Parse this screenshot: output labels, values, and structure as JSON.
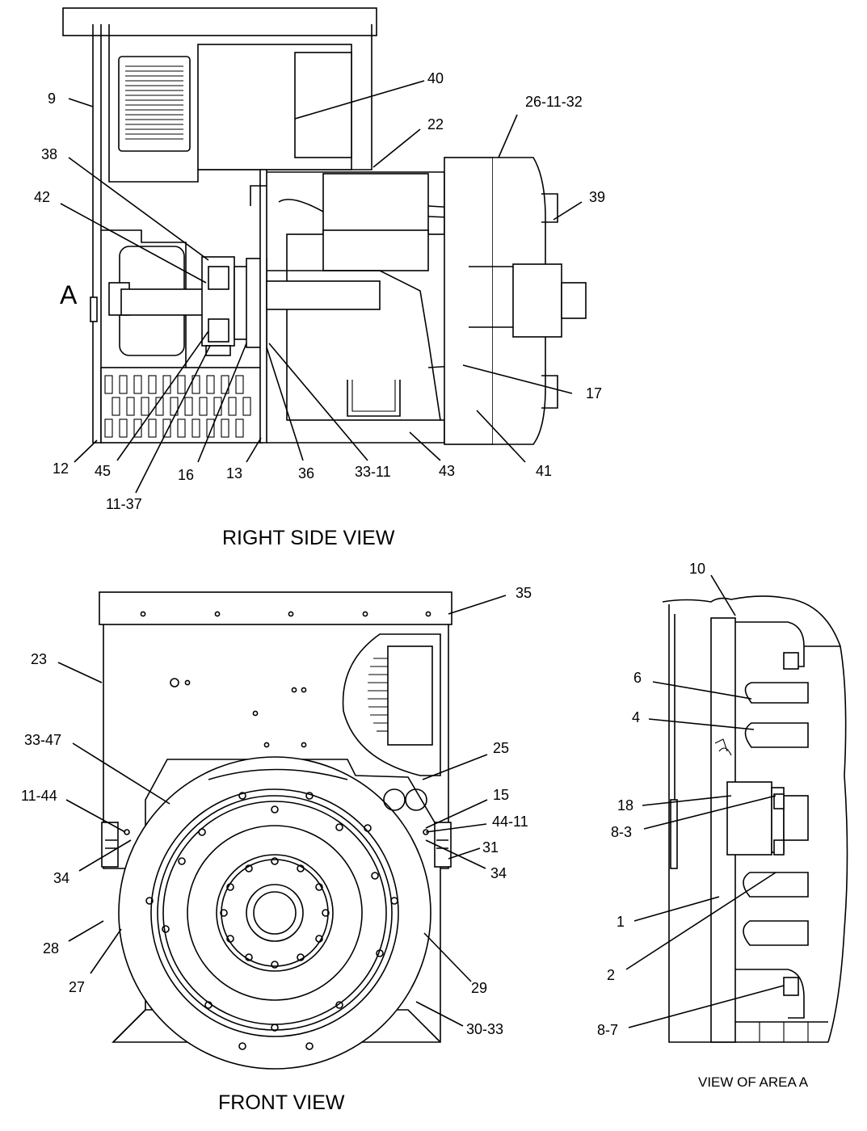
{
  "views": {
    "right_side": {
      "title": "RIGHT SIDE VIEW",
      "area_marker": "A",
      "callouts": [
        "9",
        "40",
        "22",
        "26-11-32",
        "38",
        "42",
        "39",
        "17",
        "41",
        "43",
        "33-11",
        "36",
        "13",
        "16",
        "11-37",
        "45",
        "12"
      ]
    },
    "front": {
      "title": "FRONT VIEW",
      "callouts": [
        "35",
        "23",
        "33-47",
        "25",
        "11-44",
        "15",
        "44-11",
        "34",
        "34",
        "31",
        "28",
        "27",
        "29",
        "30-33"
      ]
    },
    "area_a": {
      "title": "VIEW OF AREA A",
      "callouts": [
        "10",
        "6",
        "4",
        "18",
        "8-3",
        "1",
        "2",
        "8-7"
      ]
    }
  }
}
